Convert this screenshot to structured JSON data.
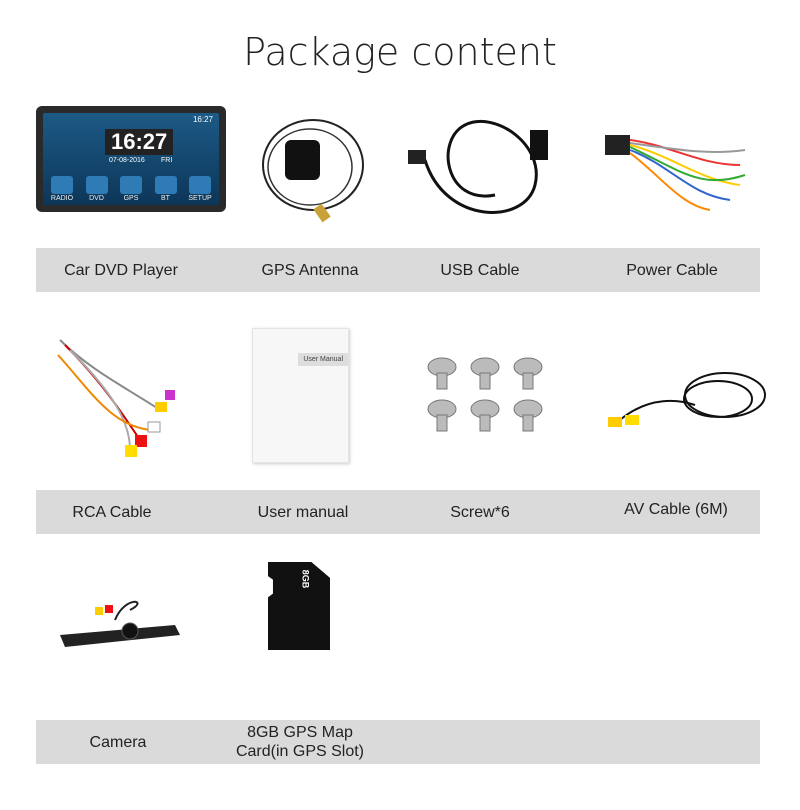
{
  "title": "Package content",
  "device_screen": {
    "time": "16:27",
    "status_time": "16:27",
    "date": "07-08-2016",
    "day": "FRI",
    "apps": [
      "RADIO",
      "DVD",
      "GPS",
      "BT",
      "SETUP"
    ]
  },
  "manual_cover": "User Manual",
  "sd_card_label": "8GB",
  "rows": [
    [
      "Car DVD Player",
      "GPS Antenna",
      "USB Cable",
      "Power Cable"
    ],
    [
      "RCA Cable",
      "User manual",
      "Screw*6",
      "AV Cable (6M)"
    ],
    [
      "Camera",
      "8GB GPS Map Card(in GPS Slot)"
    ]
  ]
}
